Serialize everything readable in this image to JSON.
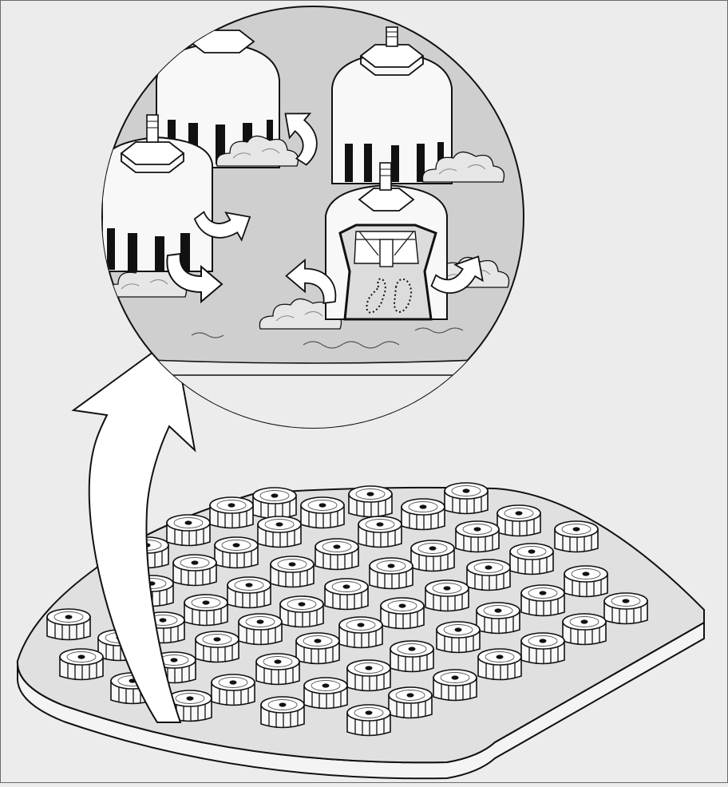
{
  "figure": {
    "kind": "illustration",
    "colors": {
      "background": "#ececec",
      "line": "#111111",
      "cap_fill": "#f8f8f8",
      "magnifier_fill": "#cfcfcf",
      "cloud_fill": "#e6e6e6",
      "plate_top": "#e0e0e0",
      "plate_edge": "#f4f4f4",
      "arrow_fill": "#ffffff"
    },
    "icons": [
      "magnifier-lens",
      "curved-arrow",
      "bubble-cap",
      "vapor-cloud",
      "liquid-droplet"
    ]
  }
}
